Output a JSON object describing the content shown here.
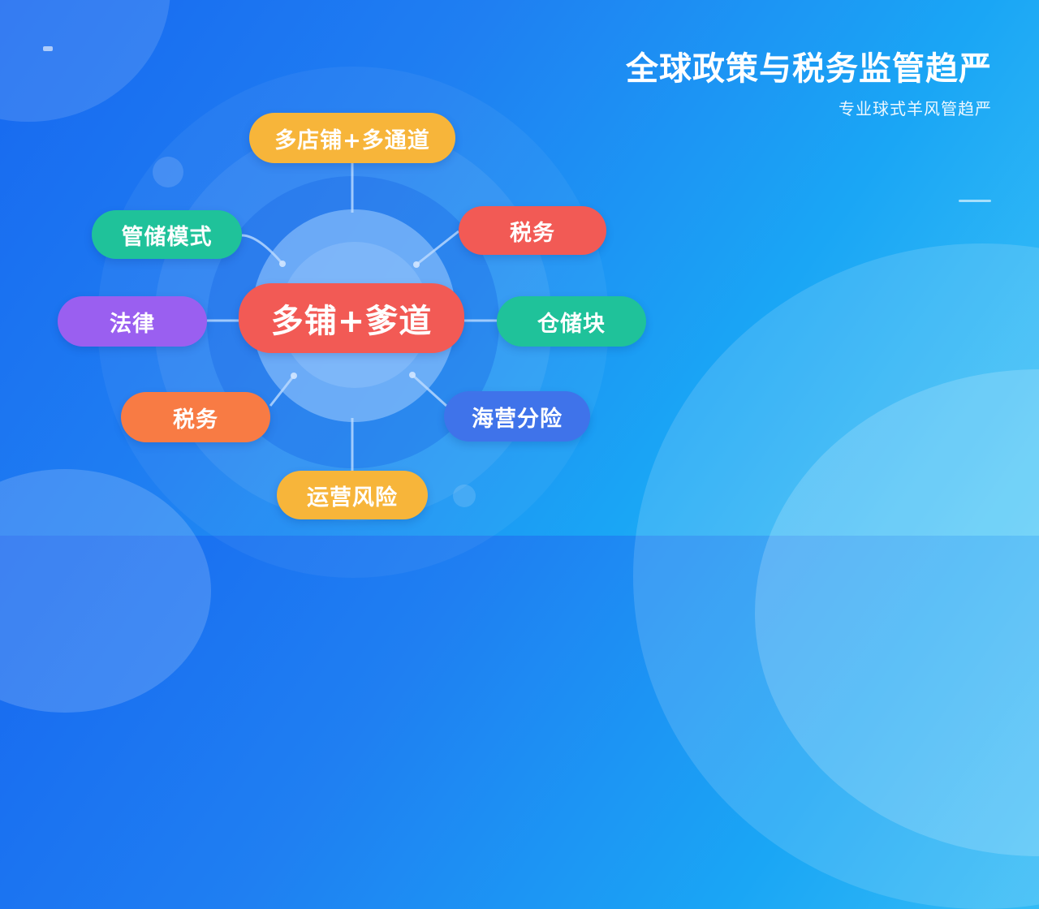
{
  "header": {
    "title": "全球政策与税务监管趋严",
    "subtitle": "专业球式羊风管趋严"
  },
  "diagram": {
    "center": {
      "label": "多铺+爹道",
      "color": "#f25a55"
    },
    "nodes": [
      {
        "id": "top",
        "label": "多店铺+多通道",
        "color": "#f7b53a"
      },
      {
        "id": "upper-left",
        "label": "管储模式",
        "color": "#1fc29a"
      },
      {
        "id": "upper-right",
        "label": "税务",
        "color": "#f25a55"
      },
      {
        "id": "left",
        "label": "法律",
        "color": "#9a5ff0"
      },
      {
        "id": "right",
        "label": "仓储块",
        "color": "#1fc29a"
      },
      {
        "id": "lower-left",
        "label": "税务",
        "color": "#f87b44"
      },
      {
        "id": "lower-right",
        "label": "海营分险",
        "color": "#3f73ea"
      },
      {
        "id": "bottom",
        "label": "运营风险",
        "color": "#f7b53a"
      }
    ]
  },
  "colors": {
    "background_start": "#1768f0",
    "background_end": "#3dc3f6"
  }
}
